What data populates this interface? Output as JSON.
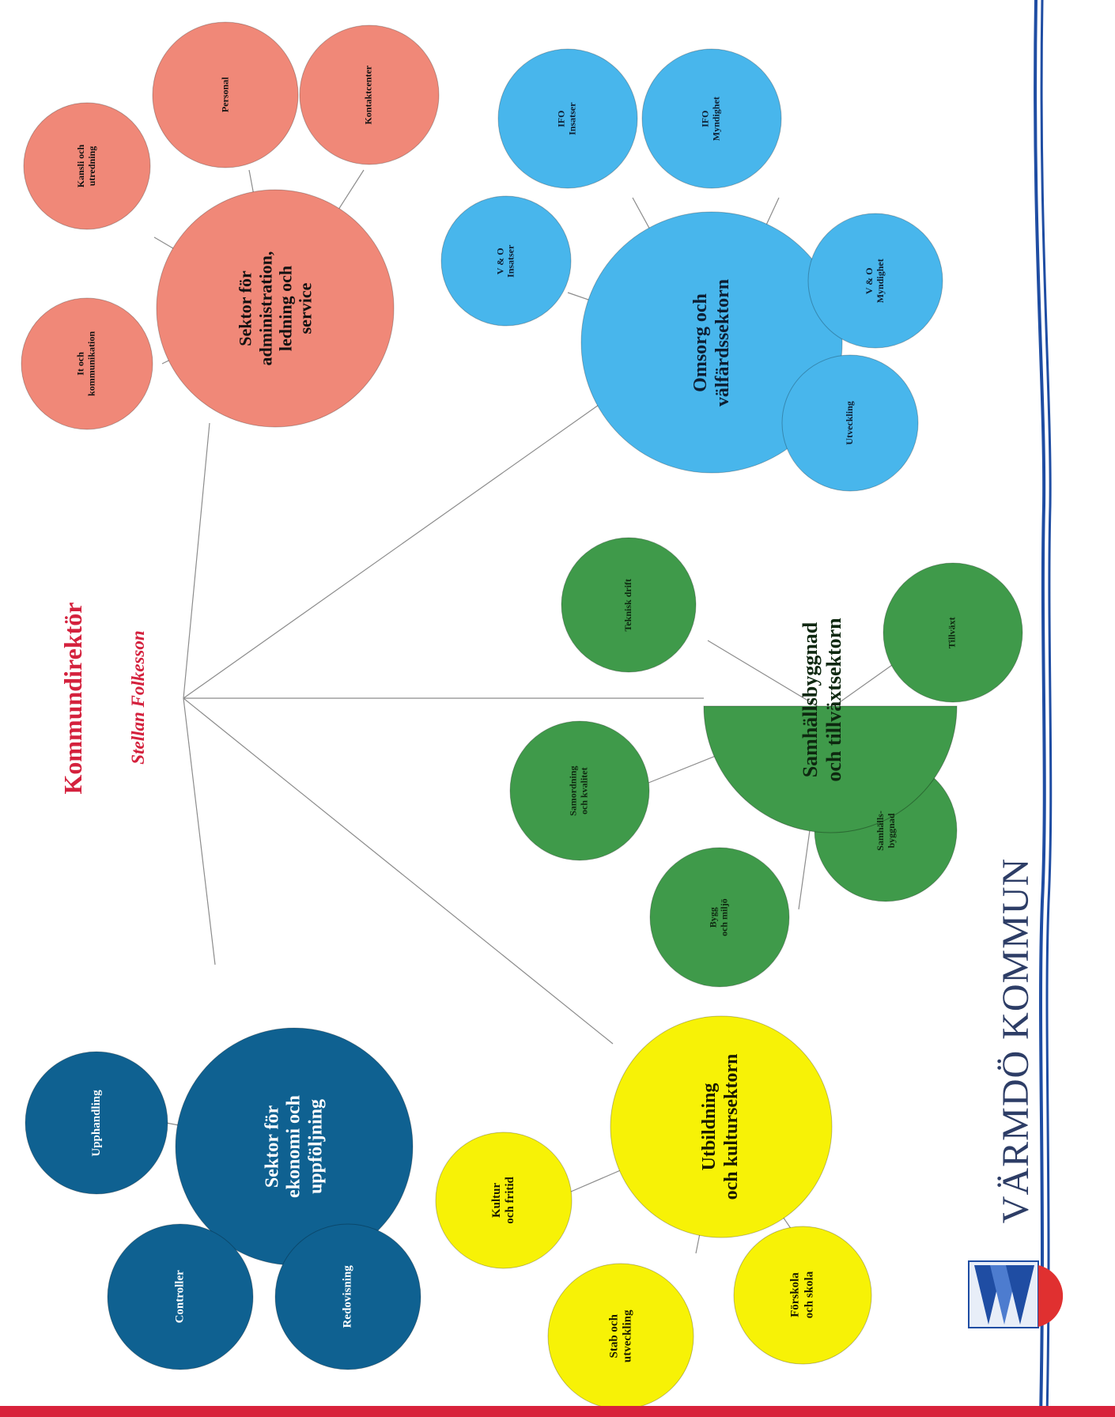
{
  "header": {
    "title": "Kommundirektör",
    "name": "Stellan Folkesson"
  },
  "colors": {
    "admin": "#f08878",
    "welfare": "#48b6ec",
    "growth": "#3f9a4a",
    "education": "#f7f206",
    "economy": "#0f6191",
    "title_red": "#d4213d",
    "frame_blue": "#1f4da3"
  },
  "sectors": {
    "admin": {
      "label": "Sektor för\nadministration,\nledning och\nservice",
      "units": [
        "It och\nkommunikation",
        "Kansli och\nutredning",
        "Personal",
        "Kontaktcenter"
      ]
    },
    "welfare": {
      "label": "Omsorg och\nvälfärdssektorn",
      "units": [
        "V & O\nInsatser",
        "IFO\nInsatser",
        "IFO\nMyndighet",
        "V & O\nMyndighet",
        "Utveckling"
      ]
    },
    "growth": {
      "label": "Samhällsbyggnad\noch tillväxtsektorn",
      "units": [
        "Teknisk drift",
        "Tillväxt",
        "Samordning\noch kvalitet",
        "Bygg\noch miljö",
        "Samhälls-\nbyggnad"
      ]
    },
    "economy": {
      "label": "Sektor för\nekonomi och\nuppföljning",
      "units": [
        "Upphandling",
        "Controller",
        "Redovisning"
      ]
    },
    "education": {
      "label": "Utbildning\noch kultursektorn",
      "units": [
        "Kultur\noch fritid",
        "Stab och\nutveckling",
        "Förskola\noch skola"
      ]
    }
  },
  "logo": {
    "text": "VÄRMDÖ KOMMUN"
  }
}
